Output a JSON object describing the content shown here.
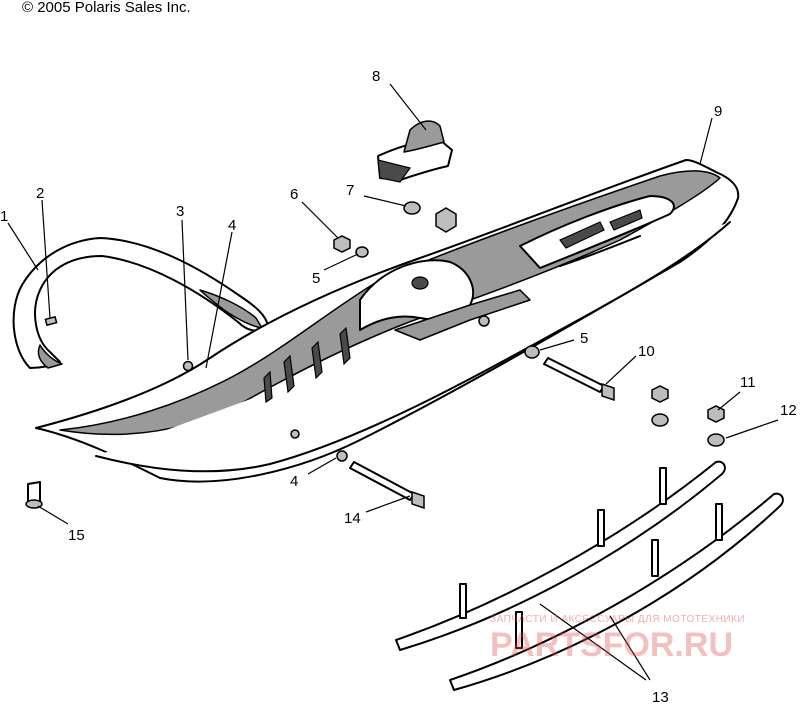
{
  "copyright": "© 2005 Polaris Sales Inc.",
  "callouts": {
    "c1": "1",
    "c2": "2",
    "c3": "3",
    "c4a": "4",
    "c4b": "4",
    "c5a": "5",
    "c5b": "5",
    "c6": "6",
    "c7": "7",
    "c8": "8",
    "c9": "9",
    "c10": "10",
    "c11": "11",
    "c12": "12",
    "c13": "13",
    "c14": "14",
    "c15": "15"
  },
  "watermark": {
    "line1": "ЗАПЧАСТИ И АКСЕССУАРЫ ДЛЯ МОТОТЕХНИКИ",
    "line2": "PARTSFOR.RU",
    "color": "#e24a4a"
  }
}
